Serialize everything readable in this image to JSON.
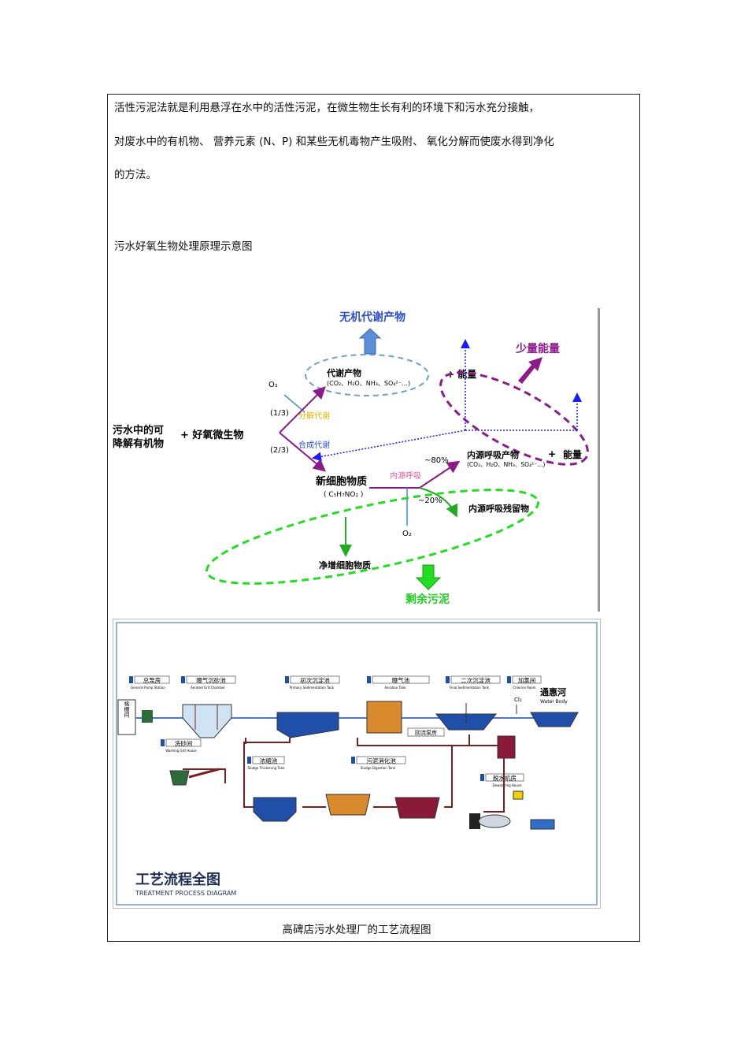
{
  "intro": {
    "line1": "活性污泥法就是利用悬浮在水中的活性污泥，在微生物生长有利的环境下和污水充分接触，",
    "line2": "对废水中的有机物、   营养元素  (N、P) 和某些无机毒物产生吸附、     氧化分解而使废水得到净化",
    "line3": "的方法。"
  },
  "figure1_title": "污水好氧生物处理原理示意图",
  "figure1": {
    "inorganic_products": "无机代谢产物",
    "small_energy": "少量能量",
    "metabolites": "代谢产物",
    "metabolites_formula": "(CO₂、H₂O、NH₃、SO₄²⁻…)",
    "plus_energy": "+ 能量",
    "o2_top": "O₂",
    "ratio_third": "(1/3)",
    "ratio_two_thirds": "(2/3)",
    "catabolism": "分解代谢",
    "anabolism": "合成代谢",
    "organic_line1": "污水中的可",
    "organic_line2": "降解有机物",
    "aerobic_microbes": "+ 好氧微生物",
    "new_cells": "新细胞物质",
    "new_cells_formula": "( C₅H₇NO₂ )",
    "endogenous": "内源呼吸",
    "pct80": "~80%",
    "pct20": "~20%",
    "endo_products": "内源呼吸产物",
    "endo_products_formula": "(CO₂、H₂O、NH₃、SO₄²⁻…)",
    "plus": "+",
    "energy": "能量",
    "endo_residue": "内源呼吸残留物",
    "o2_bottom": "O₂",
    "net_cells": "净增细胞物质",
    "excess_sludge": "剩余污泥"
  },
  "figure2": {
    "pump_house_cn": "总泵房",
    "pump_house_en": "General Pump Station",
    "grit_cn": "曝气沉砂池",
    "grit_en": "Aerated Grit Chamber",
    "primary_cn": "初次沉淀池",
    "primary_en": "Primary Sedimentation Tank",
    "aeration_cn": "曝气池",
    "aeration_en": "Aeration Tank",
    "secondary_cn": "二次沉淀池",
    "secondary_en": "Final Sedimentation Tank",
    "chlorine_cn": "加氯间",
    "chlorine_en": "Chlorine Room",
    "river_cn": "通惠河",
    "river_en": "Water Body",
    "screen_cn": "格栅间",
    "cl2": "Cl₂",
    "washing_cn": "洗砂间",
    "washing_en": "Washing Grit House",
    "return_pump_cn": "回流泵房",
    "thickening_cn": "浓缩池",
    "thickening_en": "Sludge Thickening Tank",
    "digestion_cn": "污泥消化池",
    "digestion_en": "Sludge Digestion Tank",
    "dewatering_cn": "脱水机房",
    "dewatering_en": "Dewatering House",
    "title_cn": "工艺流程全图",
    "title_en": "TREATMENT PROCESS DIAGRAM"
  },
  "caption": "高碑店污水处理厂的工艺流程图",
  "colors": {
    "purple": "#8b1a8b",
    "blue_dash": "#1a1aff",
    "green": "#22cc22",
    "pipe": "#7a1e1e",
    "water_blue": "#1f4fa8",
    "tank_orange": "#d98a2c"
  }
}
